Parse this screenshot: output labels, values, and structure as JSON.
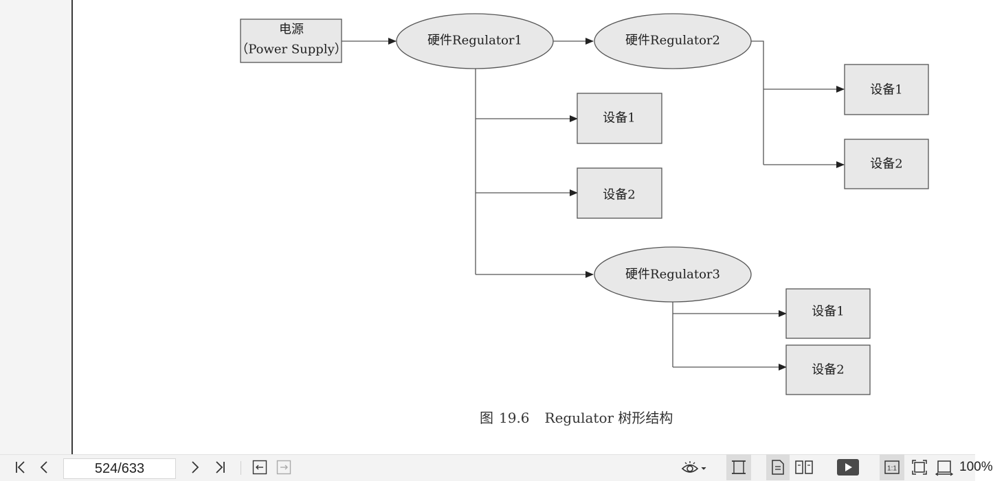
{
  "diagram": {
    "power_supply": {
      "line1": "电源",
      "line2": "（Power Supply）"
    },
    "regulators": [
      "硬件Regulator1",
      "硬件Regulator2",
      "硬件Regulator3"
    ],
    "devices": {
      "r1": [
        "设备1",
        "设备2"
      ],
      "r2": [
        "设备1",
        "设备2"
      ],
      "r3": [
        "设备1",
        "设备2"
      ]
    }
  },
  "caption": {
    "label": "图",
    "number": "19.6",
    "text": "Regulator 树形结构"
  },
  "toolbar": {
    "page_indicator": "524/633",
    "zoom": "100%",
    "icons": [
      "first-page-icon",
      "prev-page-icon",
      "next-page-icon",
      "last-page-icon",
      "back-icon",
      "forward-icon",
      "eye-icon",
      "fit-width-icon",
      "single-page-icon",
      "two-page-icon",
      "play-icon",
      "actual-size-icon",
      "fit-page-icon",
      "fit-width-page-icon"
    ]
  }
}
